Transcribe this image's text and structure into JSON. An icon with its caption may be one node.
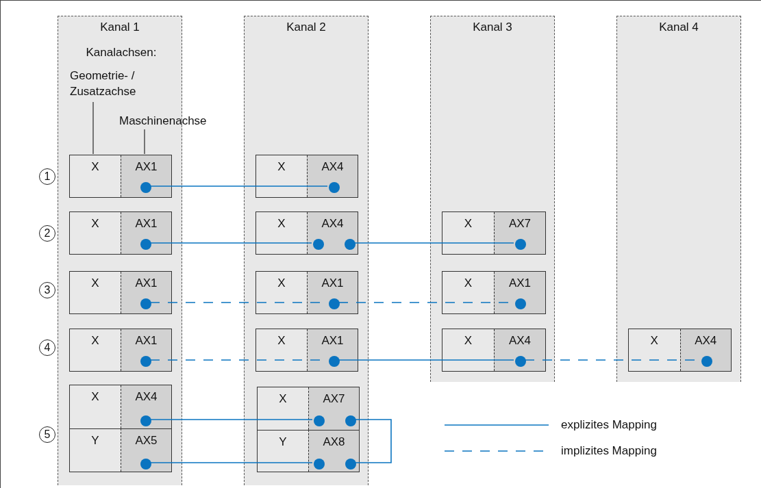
{
  "diagram": {
    "nodes": [
      {
        "text": [
          "Kanal 1"
        ]
      },
      {
        "text": [
          "Kanalachsen:"
        ],
        "in": 0
      },
      {
        "text": [
          "Geometrie- / Zusatzachse"
        ],
        "in": 0
      },
      {
        "text": [
          "Maschinenachse"
        ],
        "in": 0
      },
      {
        "text": [
          "X",
          "AX1"
        ],
        "in": 0
      },
      {
        "text": [],
        "shape": "circle",
        "in": 4
      },
      {
        "text": [
          "X",
          "AX1"
        ],
        "in": 0
      },
      {
        "text": [],
        "shape": "circle",
        "in": 6
      },
      {
        "text": [
          "X",
          "AX1"
        ],
        "in": 0
      },
      {
        "text": [],
        "shape": "circle",
        "in": 8
      },
      {
        "text": [
          "X",
          "AX1"
        ],
        "in": 0
      },
      {
        "text": [],
        "shape": "circle",
        "in": 10
      },
      {
        "text": [
          "X",
          "AX4",
          "Y",
          "AX5"
        ],
        "in": 0
      },
      {
        "text": [],
        "shape": "circle",
        "in": 12
      },
      {
        "text": [],
        "shape": "circle",
        "in": 12
      },
      {
        "text": [
          "Kanal 2"
        ]
      },
      {
        "text": [
          "X",
          "AX4"
        ],
        "in": 15
      },
      {
        "text": [],
        "shape": "circle",
        "in": 16
      },
      {
        "text": [
          "X",
          "AX4"
        ],
        "in": 15
      },
      {
        "text": [],
        "shape": "circle",
        "in": 18
      },
      {
        "text": [],
        "shape": "circle",
        "in": 18
      },
      {
        "text": [
          "X",
          "AX1"
        ],
        "in": 15
      },
      {
        "text": [],
        "shape": "circle",
        "in": 21
      },
      {
        "text": [
          "X",
          "AX1"
        ],
        "in": 15
      },
      {
        "text": [],
        "shape": "circle",
        "in": 23
      },
      {
        "text": [
          "X",
          "AX7",
          "Y",
          "AX8"
        ],
        "in": 15
      },
      {
        "text": [],
        "shape": "circle",
        "in": 25
      },
      {
        "text": [],
        "shape": "circle",
        "in": 25
      },
      {
        "text": [],
        "shape": "circle",
        "in": 25
      },
      {
        "text": [],
        "shape": "circle",
        "in": 25
      },
      {
        "text": [
          "Kanal 3"
        ]
      },
      {
        "text": [
          "X",
          "AX7"
        ],
        "in": 30
      },
      {
        "text": [],
        "shape": "circle",
        "in": 31
      },
      {
        "text": [
          "X",
          "AX1"
        ],
        "in": 30
      },
      {
        "text": [],
        "shape": "circle",
        "in": 33
      },
      {
        "text": [
          "X",
          "AX4"
        ],
        "in": 30
      },
      {
        "text": [],
        "shape": "circle",
        "in": 35
      },
      {
        "text": [
          "Kanal 4"
        ]
      },
      {
        "text": [
          "X",
          "AX4"
        ],
        "in": 37
      },
      {
        "text": [],
        "shape": "circle",
        "in": 38
      },
      {
        "text": [
          "1"
        ]
      },
      {
        "text": [
          "2"
        ]
      },
      {
        "text": [
          "3"
        ]
      },
      {
        "text": [
          "4"
        ]
      },
      {
        "text": [
          "5"
        ]
      }
    ],
    "edges": [
      {
        "from": 2,
        "to": 4,
        "arrow": "none",
        "color": "#000000"
      },
      {
        "from": 3,
        "to": 4,
        "arrow": "none",
        "color": "#000000"
      },
      {
        "from": 5,
        "to": 17,
        "arrow": "none"
      },
      {
        "from": 7,
        "to": 19,
        "arrow": "none"
      },
      {
        "from": 20,
        "to": 32,
        "arrow": "none"
      },
      {
        "from": 9,
        "to": 22,
        "arrow": "none",
        "style": "dashed"
      },
      {
        "from": 22,
        "to": 34,
        "arrow": "none",
        "style": "dashed"
      },
      {
        "from": 11,
        "to": 24,
        "arrow": "none",
        "style": "dashed"
      },
      {
        "from": 24,
        "to": 36,
        "arrow": "none"
      },
      {
        "from": 36,
        "to": 39,
        "arrow": "none",
        "style": "dashed"
      },
      {
        "from": 13,
        "to": 26,
        "arrow": "none"
      },
      {
        "from": 14,
        "to": 28,
        "arrow": "none"
      },
      {
        "from": 27,
        "to": 29,
        "arrow": "none"
      }
    ],
    "legend": [
      {
        "text": "explizites Mapping"
      },
      {
        "text": "implizites Mapping"
      }
    ]
  }
}
